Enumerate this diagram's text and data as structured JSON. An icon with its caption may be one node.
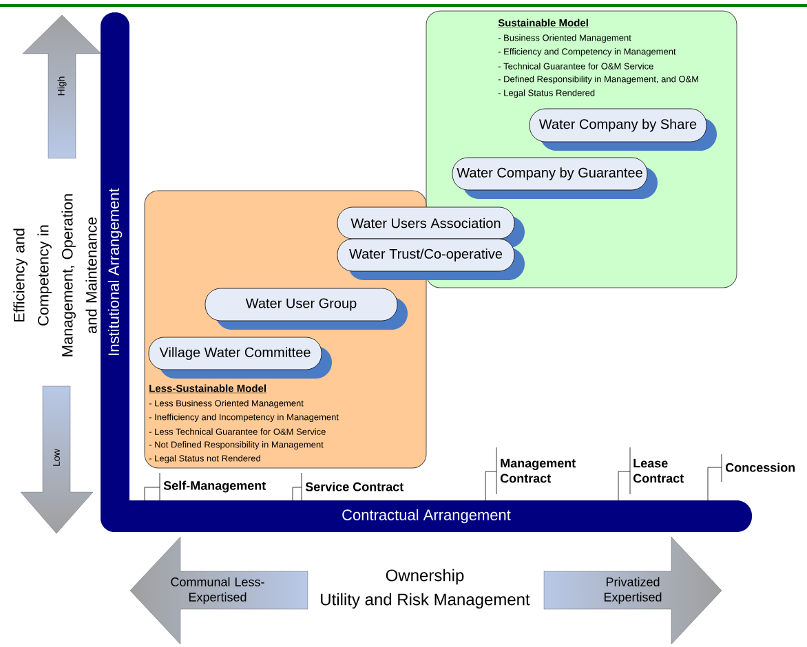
{
  "diagram": {
    "nodes": [
      {
        "text": [
          "Sustainable Model",
          "- Business Oriented Management",
          "- Efficiency and Competency in Management",
          "- Technical Guarantee for O&M Service",
          "- Defined Responsibility in Management, and O&M",
          "- Legal Status Rendered"
        ]
      },
      {
        "text": [
          "Water Company by Share"
        ],
        "in": 0
      },
      {
        "text": [
          "Water Company by Guarantee"
        ],
        "in": 0
      },
      {
        "text": [
          "Less-Sustainable Model",
          "- Less Business Oriented Management",
          "- Inefficiency and Incompetency in Management",
          "- Less Technical Guarantee for O&M Service",
          "- Not Defined Responsibility in Management",
          "- Legal Status not Rendered"
        ]
      },
      {
        "text": [
          "Water Users Association"
        ]
      },
      {
        "text": [
          "Water Trust/Co-operative"
        ]
      },
      {
        "text": [
          "Water User Group"
        ],
        "in": 3
      },
      {
        "text": [
          "Village Water Committee"
        ],
        "in": 3
      },
      {
        "text": [
          "Institutional Arrangement"
        ]
      },
      {
        "text": [
          "Contractual Arrangement"
        ]
      },
      {
        "text": [
          "High"
        ]
      },
      {
        "text": [
          "Low"
        ]
      },
      {
        "text": [
          "Communal Less-Expertised"
        ]
      },
      {
        "text": [
          "Privatized Expertised"
        ]
      }
    ],
    "labels": [
      "Efficiency and Competency in Management, Operation and Maintenance",
      "Self-Management",
      "Service Contract",
      "Management Contract",
      "Lease Contract",
      "Concession",
      "Ownership",
      "Utility and Risk Management"
    ]
  }
}
